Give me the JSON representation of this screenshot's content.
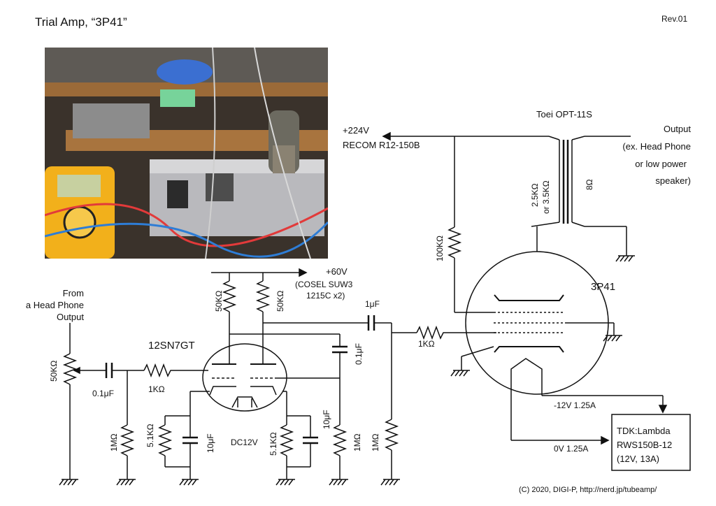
{
  "title": "Trial Amp, “3P41”",
  "revision": "Rev.01",
  "credit": "(C) 2020, DIGI-P, http://nerd.jp/tubeamp/",
  "hv_supply": {
    "voltage": "+224V",
    "module": "RECOM R12-150B"
  },
  "lv_supply": {
    "voltage": "+60V",
    "module_line1": "(COSEL SUW3",
    "module_line2": "1215C x2)"
  },
  "transformer": {
    "name": "Toei OPT-11S",
    "primary_line1": "2.5KΩ",
    "primary_line2": "or 3.5KΩ",
    "secondary": "8Ω"
  },
  "output": {
    "line1": "Output",
    "line2": "(ex. Head Phone",
    "line3": "or low power",
    "line4": "speaker)"
  },
  "input": {
    "line1": "From",
    "line2": "a Head Phone",
    "line3": "Output"
  },
  "tubes": {
    "driver": "12SN7GT",
    "power": "3P41"
  },
  "components": {
    "vol_pot": "50KΩ",
    "cap_in": "0.1μF",
    "r_grid_stop": "1KΩ",
    "r_grid_leak": "1MΩ",
    "r_cathode1": "5.1KΩ",
    "c_cathode1": "10μF",
    "heater": "DC12V",
    "r_cathode2": "5.1KΩ",
    "c_cathode2": "10μF",
    "r_grid2": "1MΩ",
    "r_plate1": "50KΩ",
    "r_plate2": "50KΩ",
    "c_coupling": "1μF",
    "c_bypass": "0.1μF",
    "r_grid_3p41": "1MΩ",
    "r_grid_stop2": "1KΩ",
    "r_screen": "100KΩ"
  },
  "heater_supply": {
    "line_neg": "-12V 1.25A",
    "line_zero": "0V 1.25A",
    "name_line1": "TDK:Lambda",
    "name_line2": "RWS150B-12",
    "name_line3": "(12V, 13A)"
  }
}
